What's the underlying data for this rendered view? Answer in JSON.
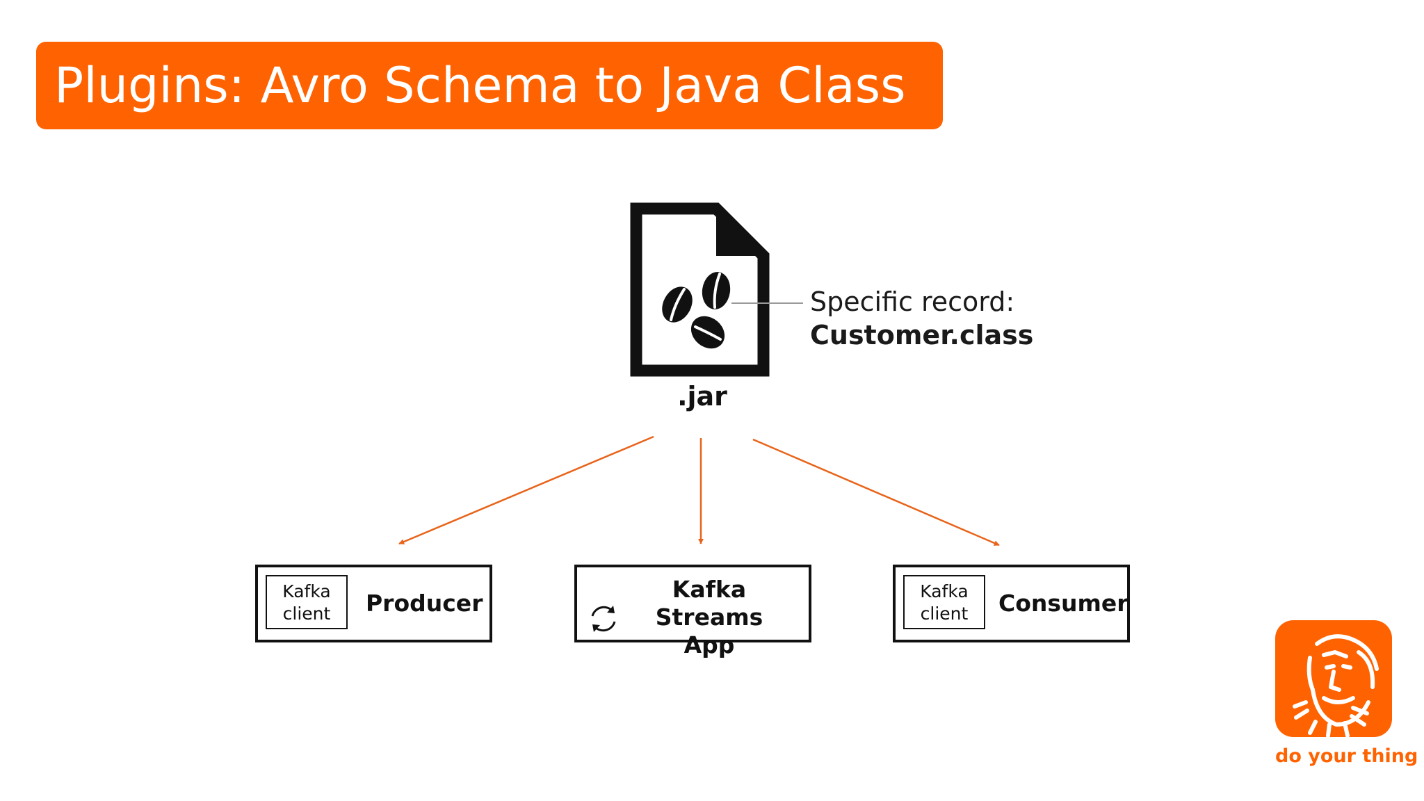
{
  "title": "Plugins: Avro Schema to Java Class",
  "file_icon": {
    "icon": "coffee-beans-file-icon",
    "label": ".jar"
  },
  "record": {
    "line1": "Specific record:",
    "line2": "Customer.class"
  },
  "apps": [
    {
      "chip_line1": "Kafka",
      "chip_line2": "client",
      "title": "Producer"
    },
    {
      "title_line1": "Kafka Streams",
      "title_line2": "App",
      "icon": "refresh-icon"
    },
    {
      "chip_line1": "Kafka",
      "chip_line2": "client",
      "title": "Consumer"
    }
  ],
  "brand": {
    "logo": "lion-logo-icon",
    "tagline": "do your thing"
  },
  "colors": {
    "accent": "#ff6200",
    "ink": "#111111",
    "connector": "#e8641a"
  }
}
